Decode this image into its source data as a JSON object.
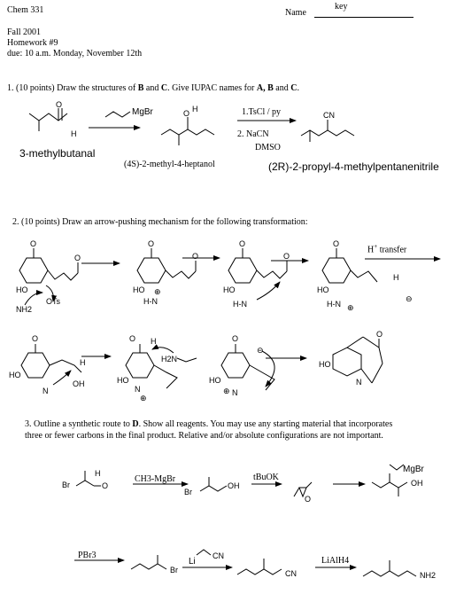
{
  "header": {
    "course": "Chem 331",
    "name_label": "Name",
    "answer_key": "key",
    "term": "Fall 2001",
    "homework": "Homework #9",
    "due": "due:  10 a.m. Monday, November 12th"
  },
  "problem1": {
    "prompt_1": "1. (10 points)  Draw the structures of ",
    "prompt_b": "B",
    "prompt_2": " and ",
    "prompt_c": "C",
    "prompt_3": ".  Give IUPAC names for  ",
    "prompt_abc": "A, B",
    "prompt_4": " and ",
    "prompt_c2": "C",
    "prompt_end": ".",
    "reagent_grignard": "MgBr",
    "reagent_step1": "1.TsCl / py",
    "reagent_step2": "2.   NaCN",
    "reagent_solvent": "DMSO",
    "atom_o": "O",
    "atom_h": "H",
    "atom_cn": "CN",
    "name_a": "3-methylbutanal",
    "name_b": "(4S)-2-methyl-4-heptanol",
    "name_c": "(2R)-2-propyl-4-methylpentanenitrile"
  },
  "problem2": {
    "prompt": "2. (10 points) Draw an arrow-pushing mechanism for the following transformation:",
    "h_transfer": "H",
    "h_transfer_sup": "+",
    "h_transfer_rest": " transfer",
    "labels": {
      "o": "O",
      "ho": "HO",
      "h": "H",
      "ots": "OTs",
      "nh2": "NH2",
      "n": "N",
      "hn": "H-N",
      "h2n": "H2N",
      "plus": "⊕",
      "minus": "⊖",
      "oh": "OH"
    }
  },
  "problem3": {
    "prompt_1": "3.  Outline a synthetic route to ",
    "prompt_d": "D",
    "prompt_2": ". Show all reagents. You may use any starting material that incorporates",
    "prompt_line2": "three or fewer carbons in the final product. Relative and/or absolute configurations are not important.",
    "reagent_methyl_grignard": "CH3-MgBr",
    "reagent_tbuok": "tBuOK",
    "reagent_allyl": "MgBr",
    "reagent_pbr3": "PBr3",
    "reagent_li": "Li",
    "reagent_lialh4": "LiAlH4",
    "labels": {
      "br": "Br",
      "o": "O",
      "h": "H",
      "oh": "OH",
      "cn": "CN",
      "nh2": "NH2"
    }
  }
}
